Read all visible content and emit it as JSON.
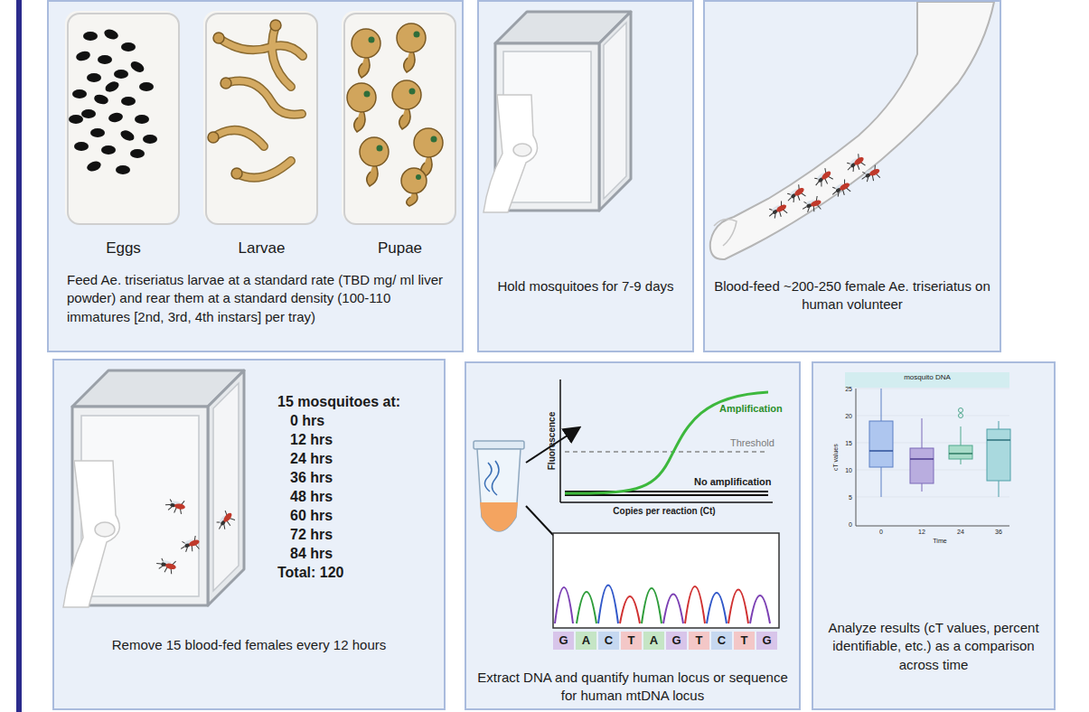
{
  "diagram": {
    "nodes": [
      {
        "text": [
          "Feed Ae. triseriatus larvae at a standard rate (TBD mg/ ml liver powder) and rear them at a standard density (100-110 immatures [2nd, 3rd, 4th instars] per tray)"
        ]
      },
      {
        "text": [
          "Eggs"
        ],
        "in": 0
      },
      {
        "text": [
          "Larvae"
        ],
        "in": 0
      },
      {
        "text": [
          "Pupae"
        ],
        "in": 0
      },
      {
        "text": [
          "Hold mosquitoes for 7-9 days"
        ]
      },
      {
        "text": [
          "Blood-feed ~200-250 female Ae. triseriatus on human volunteer"
        ]
      },
      {
        "text": [
          "15 mosquitoes at:",
          "0 hrs",
          "12 hrs",
          "24 hrs",
          "36 hrs",
          "48 hrs",
          "60 hrs",
          "72 hrs",
          "84 hrs",
          "Total: 120",
          "Remove 15 blood-fed females every 12 hours"
        ]
      },
      {
        "text": [
          "Extract DNA and quantify human locus or sequence for human mtDNA locus"
        ]
      },
      {
        "text": [
          "Analyze results (cT values, percent identifiable, etc.) as a comparison across time"
        ]
      }
    ],
    "labels": [
      "Fluorescence",
      "Amplification",
      "Threshold",
      "No amplification",
      "Copies per reaction (Ct)",
      "G",
      "A",
      "C",
      "T",
      "A",
      "G",
      "T",
      "C",
      "T",
      "G",
      "mosquito DNA",
      "25",
      "20",
      "15",
      "10",
      "5",
      "0",
      "cT values",
      "0",
      "12",
      "24",
      "36",
      "Time"
    ]
  }
}
